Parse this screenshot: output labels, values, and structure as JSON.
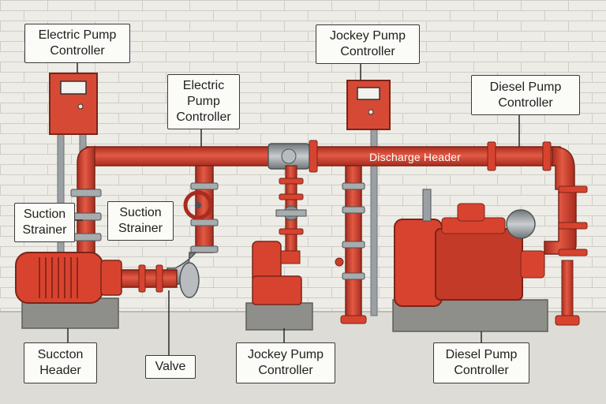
{
  "labels": {
    "electric_pump_controller_top": "Electric Pump\nController",
    "electric_pump_controller_mid": "Electric\nPump\nController",
    "jockey_pump_controller_top": "Jockey Pump\nController",
    "diesel_pump_controller_top": "Diesel Pump\nController",
    "suction_strainer_left": "Suction\nStrainer",
    "suction_strainer_right": "Suction\nStrainer",
    "discharge_header": "Discharge Header",
    "suction_header": "Succton\nHeader",
    "valve": "Valve",
    "jockey_pump_controller_bottom": "Jockey Pump\nController",
    "diesel_pump_controller_bottom": "Diesel Pump\nController"
  },
  "colors": {
    "pipe_red": "#d8432f",
    "pipe_dark": "#a82c1f",
    "panel_red": "#d64a35",
    "steel": "#9aa0a3",
    "concrete": "#8e8e8a",
    "wall": "#ecebe6"
  }
}
